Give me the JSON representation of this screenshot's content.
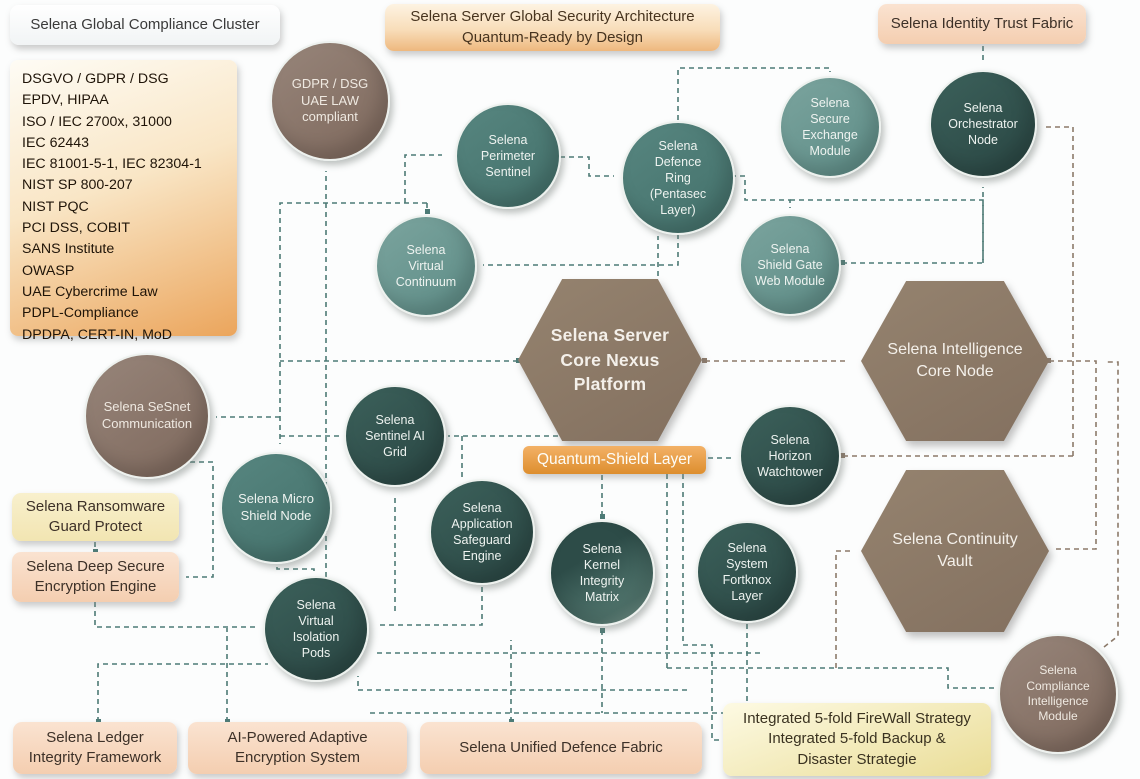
{
  "titles": {
    "compliance_cluster": "Selena Global Compliance Cluster",
    "main_line1": "Selena Server Global Security Architecture",
    "main_line2": "Quantum-Ready by Design",
    "identity_fabric": "Selena Identity Trust Fabric"
  },
  "compliance_standards": [
    "DSGVO / GDPR / DSG",
    "EPDV, HIPAA",
    "ISO / IEC 2700x, 31000",
    "IEC 62443",
    "IEC 81001-5-1, IEC 82304-1",
    "NIST SP 800-207",
    "NIST PQC",
    "PCI DSS, COBIT",
    "SANS Institute",
    "OWASP",
    "UAE Cybercrime Law",
    "PDPL-Compliance",
    "DPDPA, CERT-IN, MoD"
  ],
  "nodes": {
    "gdpr_compliant": "GDPR / DSG\nUAE LAW\ncompliant",
    "perimeter_sentinel": "Selena\nPerimeter\nSentinel",
    "defence_ring": "Selena\nDefence\nRing\n(Pentasec\nLayer)",
    "secure_exchange": "Selena\nSecure\nExchange\nModule",
    "orchestrator_node": "Selena\nOrchestrator\nNode",
    "virtual_continuum": "Selena\nVirtual\nContinuum",
    "shield_gate": "Selena\nShield Gate\nWeb Module",
    "sesnet_communication": "Selena SeSnet\nCommunication",
    "sentinel_ai_grid": "Selena\nSentinel AI\nGrid",
    "micro_shield_node": "Selena Micro\nShield Node",
    "horizon_watchtower": "Selena\nHorizon\nWatchtower",
    "application_safeguard": "Selena\nApplication\nSafeguard\nEngine",
    "kernel_integrity": "Selena\nKernel\nIntegrity\nMatrix",
    "system_fortknox": "Selena\nSystem\nFortknox\nLayer",
    "virtual_isolation": "Selena\nVirtual\nIsolation\nPods",
    "compliance_intelligence": "Selena\nCompliance\nIntelligence\nModule"
  },
  "hexagons": {
    "core_nexus": "Selena Server\nCore Nexus\nPlatform",
    "intelligence_core": "Selena Intelligence\nCore Node",
    "continuity_vault": "Selena Continuity\nVault"
  },
  "banners": {
    "quantum_shield": "Quantum-Shield Layer",
    "ransomware_guard": "Selena Ransomware\nGuard Protect",
    "deep_secure": "Selena Deep Secure\nEncryption Engine",
    "ledger_integrity": "Selena Ledger\nIntegrity Framework",
    "ai_encryption": "AI-Powered Adaptive\nEncryption System",
    "unified_defence": "Selena Unified Defence Fabric",
    "fivefold_strategy": "Integrated 5-fold FireWall Strategy\nIntegrated 5-fold Backup &\nDisaster Strategie"
  },
  "colors": {
    "teal_dark": "#2e4e4a",
    "teal_mid": "#4e7d78",
    "teal_light": "#6d9a93",
    "brown_node": "#8b7a6e",
    "connector_teal": "#4d7b76",
    "connector_brown": "#8c7a6a",
    "banner_orange": "#e89a44",
    "box_peach": "#f7d7bf",
    "box_yellow": "#f5ecc6",
    "list_orange": "#eba55c"
  }
}
